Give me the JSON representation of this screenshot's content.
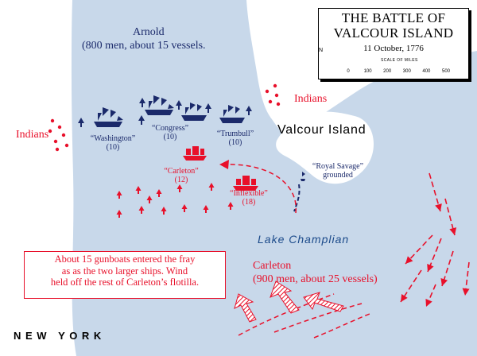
{
  "map": {
    "title_line1": "THE BATTLE OF",
    "title_line2": "VALCOUR ISLAND",
    "date": "11 October, 1776",
    "scale_label": "SCALE OF MILES",
    "scale_ticks": [
      "0",
      "100",
      "200",
      "300",
      "400",
      "500"
    ],
    "north_label": "N"
  },
  "places": {
    "island": "Valcour Island",
    "lake": "Lake Champlian",
    "state": "N E W   Y O R K"
  },
  "american": {
    "commander": "Arnold",
    "strength": "(800 men, about 15 vessels.",
    "ships": [
      {
        "name": "“Washington”",
        "guns": "(10)"
      },
      {
        "name": "“Congress”",
        "guns": "(10)"
      },
      {
        "name": "“Trumbull”",
        "guns": "(10)"
      }
    ],
    "grounded_name": "“Royal Savage”",
    "grounded_status": "grounded"
  },
  "british": {
    "commander": "Carleton",
    "strength": "(900 men, about 25 vessels)",
    "ships": [
      {
        "name": "“Carleton”",
        "guns": "(12)"
      },
      {
        "name": "“Inflexible”",
        "guns": "(18)"
      }
    ]
  },
  "indians": {
    "west": "Indians",
    "east": "Indians"
  },
  "note": {
    "line1": "About 15 gunboats entered the fray",
    "line2": "as as the two larger ships.  Wind",
    "line3": "held off the rest of Carleton’s flotilla."
  },
  "colors": {
    "water": "#c8d8ea",
    "land": "#ffffff",
    "american": "#1b2a6b",
    "british": "#e8102a"
  }
}
